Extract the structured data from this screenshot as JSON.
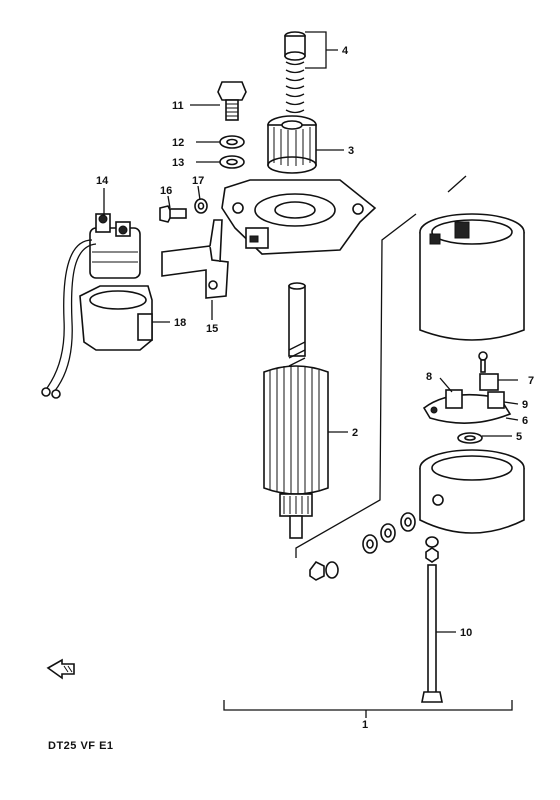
{
  "caption": "DT25 VF E1",
  "callouts": {
    "p1": "1",
    "p2": "2",
    "p3": "3",
    "p4": "4",
    "p5": "5",
    "p6": "6",
    "p7": "7",
    "p8": "8",
    "p9": "9",
    "p10": "10",
    "p11": "11",
    "p12": "12",
    "p13": "13",
    "p14": "14",
    "p15": "15",
    "p16": "16",
    "p17": "17",
    "p18": "18"
  },
  "icons": {
    "front_arrow": "front-arrow-icon"
  }
}
